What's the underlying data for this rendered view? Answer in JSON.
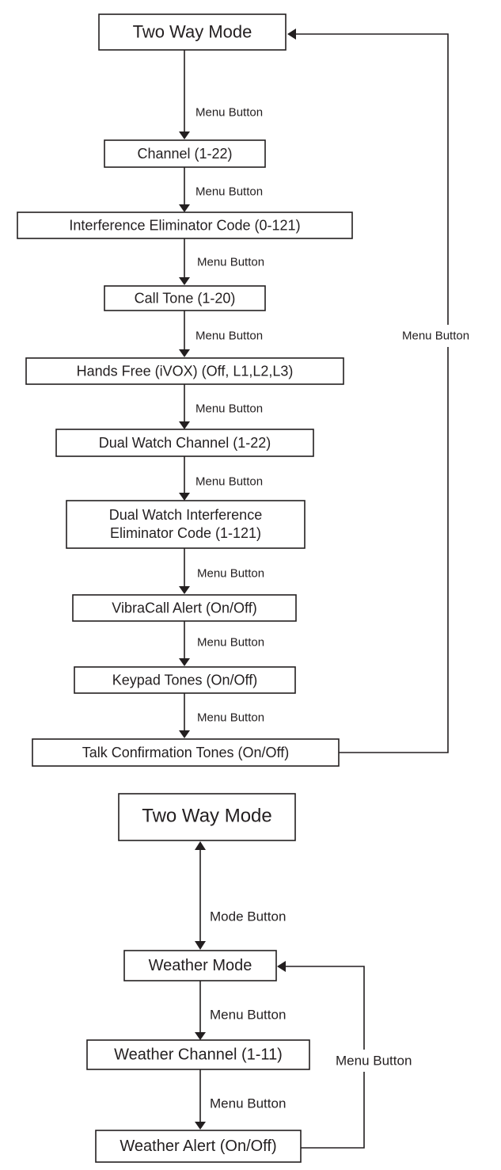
{
  "top_flow": {
    "boxes": [
      {
        "id": "two_way_mode",
        "label": "Two Way Mode"
      },
      {
        "id": "channel",
        "label": "Channel (1-22)"
      },
      {
        "id": "interference_code",
        "label": "Interference Eliminator Code (0-121)"
      },
      {
        "id": "call_tone",
        "label": "Call Tone (1-20)"
      },
      {
        "id": "hands_free",
        "label": "Hands Free (iVOX) (Off, L1,L2,L3)"
      },
      {
        "id": "dual_watch_channel",
        "label": "Dual Watch Channel (1-22)"
      },
      {
        "id": "dual_watch_code",
        "label": "Dual Watch Interference Eliminator Code (1-121)",
        "lines": [
          "Dual Watch Interference",
          "Eliminator Code (1-121)"
        ]
      },
      {
        "id": "vibracall",
        "label": "VibraCall Alert (On/Off)"
      },
      {
        "id": "keypad_tones",
        "label": "Keypad Tones (On/Off)"
      },
      {
        "id": "talk_confirmation",
        "label": "Talk Confirmation Tones (On/Off)"
      }
    ],
    "edge_label": "Menu Button",
    "loop_label": "Menu Button"
  },
  "bottom_flow": {
    "boxes": [
      {
        "id": "two_way_mode_2",
        "label": "Two Way Mode"
      },
      {
        "id": "weather_mode",
        "label": "Weather Mode"
      },
      {
        "id": "weather_channel",
        "label": "Weather Channel (1-11)"
      },
      {
        "id": "weather_alert",
        "label": "Weather Alert (On/Off)"
      }
    ],
    "mode_label": "Mode Button",
    "edge_label": "Menu Button",
    "loop_label": "Menu Button"
  }
}
